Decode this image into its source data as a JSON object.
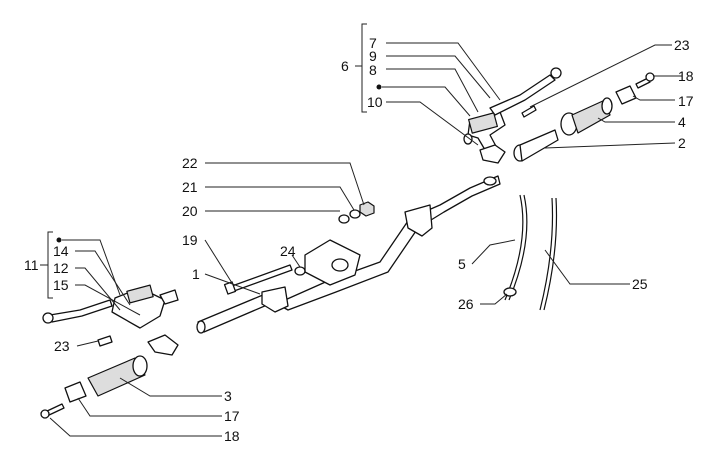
{
  "diagram": {
    "type": "exploded parts diagram",
    "labels": {
      "l6": "6",
      "l7": "7",
      "l9": "9",
      "l8": "8",
      "l10": "10",
      "l23a": "23",
      "l18a": "18",
      "l17a": "17",
      "l4": "4",
      "l2": "2",
      "l22": "22",
      "l21": "21",
      "l20": "20",
      "l19": "19",
      "l24": "24",
      "l1": "1",
      "l11": "11",
      "l14": "14",
      "l12": "12",
      "l15": "15",
      "l23b": "23",
      "l3": "3",
      "l17b": "17",
      "l18b": "18",
      "l5": "5",
      "l25": "25",
      "l26": "26"
    }
  }
}
